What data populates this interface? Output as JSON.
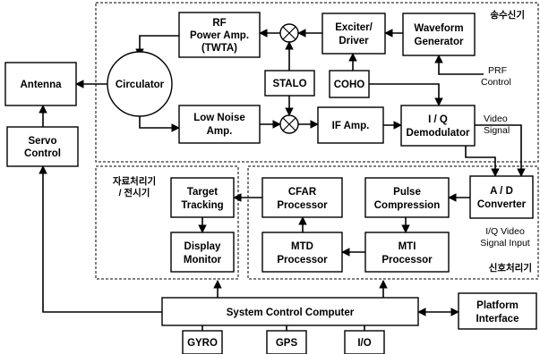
{
  "regions": {
    "transmitter": "송수신기",
    "data_processor_line1": "자료처리기",
    "data_processor_line2": "/ 전시기",
    "signal_processor": "신호처리기"
  },
  "blocks": {
    "rf_power_amp": [
      "RF",
      "Power Amp.",
      "(TWTA)"
    ],
    "exciter_driver": [
      "Exciter/",
      "Driver"
    ],
    "waveform_generator": [
      "Waveform",
      "Generator"
    ],
    "antenna": [
      "Antenna"
    ],
    "circulator": [
      "Circulator"
    ],
    "stalo": [
      "STALO"
    ],
    "coho": [
      "COHO"
    ],
    "low_noise_amp": [
      "Low Noise",
      "Amp."
    ],
    "if_amp": [
      "IF Amp."
    ],
    "iq_demodulator": [
      "I / Q",
      "Demodulator"
    ],
    "servo_control": [
      "Servo",
      "Control"
    ],
    "target_tracking": [
      "Target",
      "Tracking"
    ],
    "display_monitor": [
      "Display",
      "Monitor"
    ],
    "cfar_processor": [
      "CFAR",
      "Processor"
    ],
    "mtd_processor": [
      "MTD",
      "Processor"
    ],
    "pulse_compression": [
      "Pulse",
      "Compression"
    ],
    "mti_processor": [
      "MTI",
      "Processor"
    ],
    "ad_converter": [
      "A / D",
      "Converter"
    ],
    "system_control_computer": [
      "System Control Computer"
    ],
    "platform_interface": [
      "Platform",
      "Interface"
    ],
    "gyro": [
      "GYRO"
    ],
    "gps": [
      "GPS"
    ],
    "io": [
      "I/O"
    ]
  },
  "annotations": {
    "prf_control": [
      "PRF",
      "Control"
    ],
    "video_signal": [
      "Video",
      "Signal"
    ],
    "iq_video_input": [
      "I/Q Video",
      "Signal Input"
    ]
  }
}
